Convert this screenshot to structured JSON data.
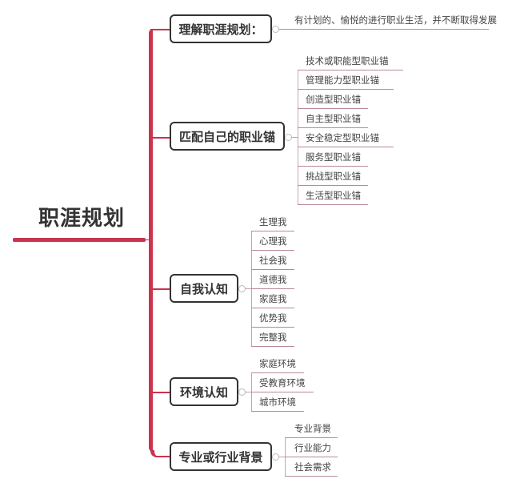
{
  "root": {
    "label": "职涯规划",
    "accent_color": "#c9344e"
  },
  "branches": [
    {
      "label": "理解职涯规划：",
      "children": [
        "有计划的、愉悦的进行职业生活，并不断取得发展"
      ]
    },
    {
      "label": "匹配自己的职业锚",
      "children": [
        "技术或职能型职业锚",
        "管理能力型职业锚",
        "创造型职业锚",
        "自主型职业锚",
        "安全稳定型职业锚",
        "服务型职业锚",
        "挑战型职业锚",
        "生活型职业锚"
      ]
    },
    {
      "label": "自我认知",
      "children": [
        "生理我",
        "心理我",
        "社会我",
        "道德我",
        "家庭我",
        "优势我",
        "完整我"
      ]
    },
    {
      "label": "环境认知",
      "children": [
        "家庭环境",
        "受教育环境",
        "城市环境"
      ]
    },
    {
      "label": "专业或行业背景",
      "children": [
        "专业背景",
        "行业能力",
        "社会需求"
      ]
    }
  ]
}
